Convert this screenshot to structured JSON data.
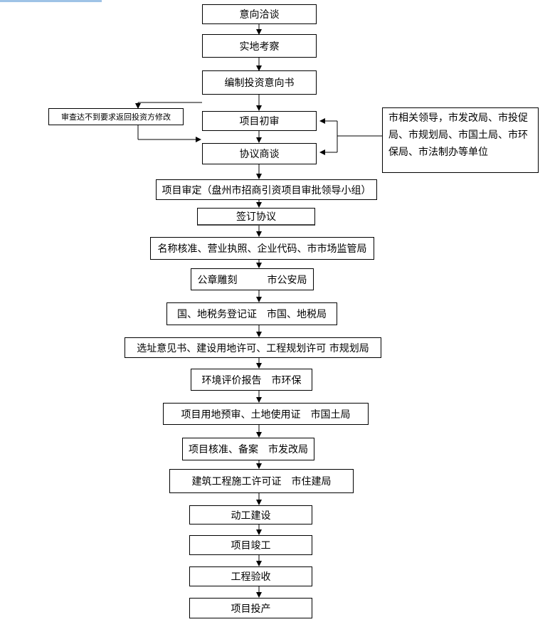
{
  "steps": [
    {
      "label": "意向洽谈"
    },
    {
      "label": "实地考察"
    },
    {
      "label": "编制投资意向书"
    },
    {
      "label": "项目初审"
    },
    {
      "label": "协议商谈"
    },
    {
      "label": "项目审定（盘州市招商引资项目审批领导小组）"
    },
    {
      "label": "签订协议"
    },
    {
      "label": "名称核准、营业执照、企业代码、市市场监管局"
    },
    {
      "label": "公章雕刻　　　市公安局"
    },
    {
      "label": "国、地税务登记证　市国、地税局"
    },
    {
      "label": "选址意见书、建设用地许可、工程规划许可  市规划局"
    },
    {
      "label": "环境评价报告　市环保"
    },
    {
      "label": "项目用地预审、土地使用证　市国土局"
    },
    {
      "label": "项目核准、备案　市发改局"
    },
    {
      "label": "建筑工程施工许可证　市住建局"
    },
    {
      "label": "动工建设"
    },
    {
      "label": "项目竣工"
    },
    {
      "label": "工程验收"
    },
    {
      "label": "项目投产"
    }
  ],
  "side_left": {
    "label": "审查达不到要求返回投资方修改"
  },
  "side_right": {
    "line1": "市相关领导，市发改局、市投促",
    "line2": "局、市规划局、市国土局、市环",
    "line3": "保局、市法制办等单位"
  }
}
